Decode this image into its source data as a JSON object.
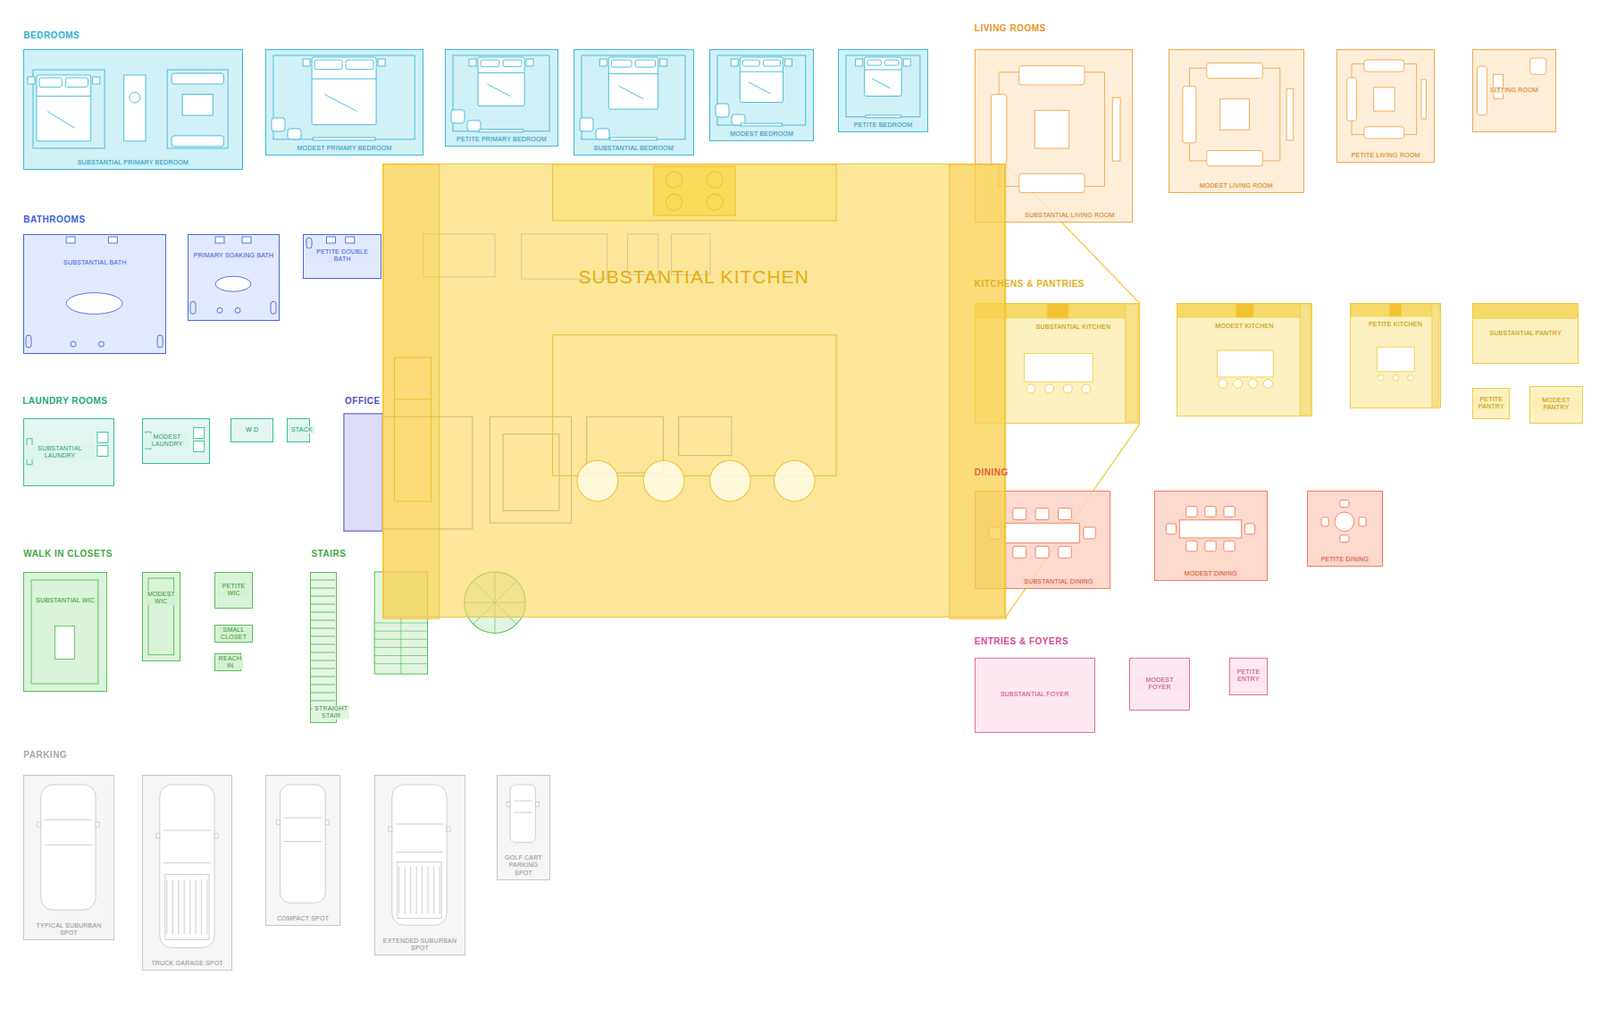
{
  "diagram": {
    "nodes": [
      {
        "text": [
          "SUBSTANTIAL PRIMARY BEDROOM"
        ]
      },
      {
        "text": [
          "MODEST PRIMARY BEDROOM"
        ]
      },
      {
        "text": [
          "PETITE PRIMARY BEDROOM"
        ]
      },
      {
        "text": [
          "SUBSTANTIAL BEDROOM"
        ]
      },
      {
        "text": [
          "MODEST BEDROOM"
        ]
      },
      {
        "text": [
          "PETITE BEDROOM"
        ]
      },
      {
        "text": [
          "SUBSTANTIAL BATH"
        ]
      },
      {
        "text": [
          "PRIMARY SOAKING BATH"
        ]
      },
      {
        "text": [
          "PETITE DOUBLE BATH"
        ]
      },
      {
        "text": [
          "SUBSTANTIAL LAUNDRY"
        ]
      },
      {
        "text": [
          "MODEST LAUNDRY"
        ]
      },
      {
        "text": [
          "W D"
        ]
      },
      {
        "text": [
          "STACK"
        ]
      },
      {
        "text": [
          "SUBSTANTIAL KITCHEN"
        ]
      },
      {
        "text": [
          "SUBSTANTIAL WIC"
        ]
      },
      {
        "text": [
          "MODEST WIC"
        ]
      },
      {
        "text": [
          "PETITE WIC"
        ]
      },
      {
        "text": [
          "SMALL CLOSET"
        ]
      },
      {
        "text": [
          "REACH IN"
        ]
      },
      {
        "text": [
          "STRAIGHT STAIR"
        ]
      },
      {
        "text": [
          "TYPICAL SUBURBAN SPOT"
        ]
      },
      {
        "text": [
          "TRUCK GARAGE SPOT"
        ]
      },
      {
        "text": [
          "COMPACT SPOT"
        ]
      },
      {
        "text": [
          "EXTENDED SUBURBAN SPOT"
        ]
      },
      {
        "text": [
          "GOLF CART PARKING SPOT"
        ]
      },
      {
        "text": [
          "SUBSTANTIAL LIVING ROOM"
        ]
      },
      {
        "text": [
          "MODEST LIVING ROOM"
        ]
      },
      {
        "text": [
          "PETITE LIVING ROOM"
        ]
      },
      {
        "text": [
          "SITTING ROOM"
        ]
      },
      {
        "text": [
          "SUBSTANTIAL KITCHEN"
        ]
      },
      {
        "text": [
          "MODEST KITCHEN"
        ]
      },
      {
        "text": [
          "PETITE KITCHEN"
        ]
      },
      {
        "text": [
          "SUBSTANTIAL PANTRY"
        ]
      },
      {
        "text": [
          "PETITE PANTRY"
        ]
      },
      {
        "text": [
          "MODEST PANTRY"
        ]
      },
      {
        "text": [
          "SUBSTANTIAL DINING"
        ]
      },
      {
        "text": [
          "MODEST DINING"
        ]
      },
      {
        "text": [
          "PETITE DINING"
        ]
      },
      {
        "text": [
          "SUBSTANTIAL FOYER"
        ]
      },
      {
        "text": [
          "MODEST FOYER"
        ]
      },
      {
        "text": [
          "PETITE ENTRY"
        ]
      }
    ],
    "labels": [
      "BEDROOMS",
      "BATHROOMS",
      "LAUNDRY ROOMS",
      "OFFICE",
      "WALK IN CLOSETS",
      "STAIRS",
      "PARKING",
      "LIVING ROOMS",
      "KITCHENS & PANTRIES",
      "DINING",
      "ENTRIES & FOYERS"
    ]
  }
}
